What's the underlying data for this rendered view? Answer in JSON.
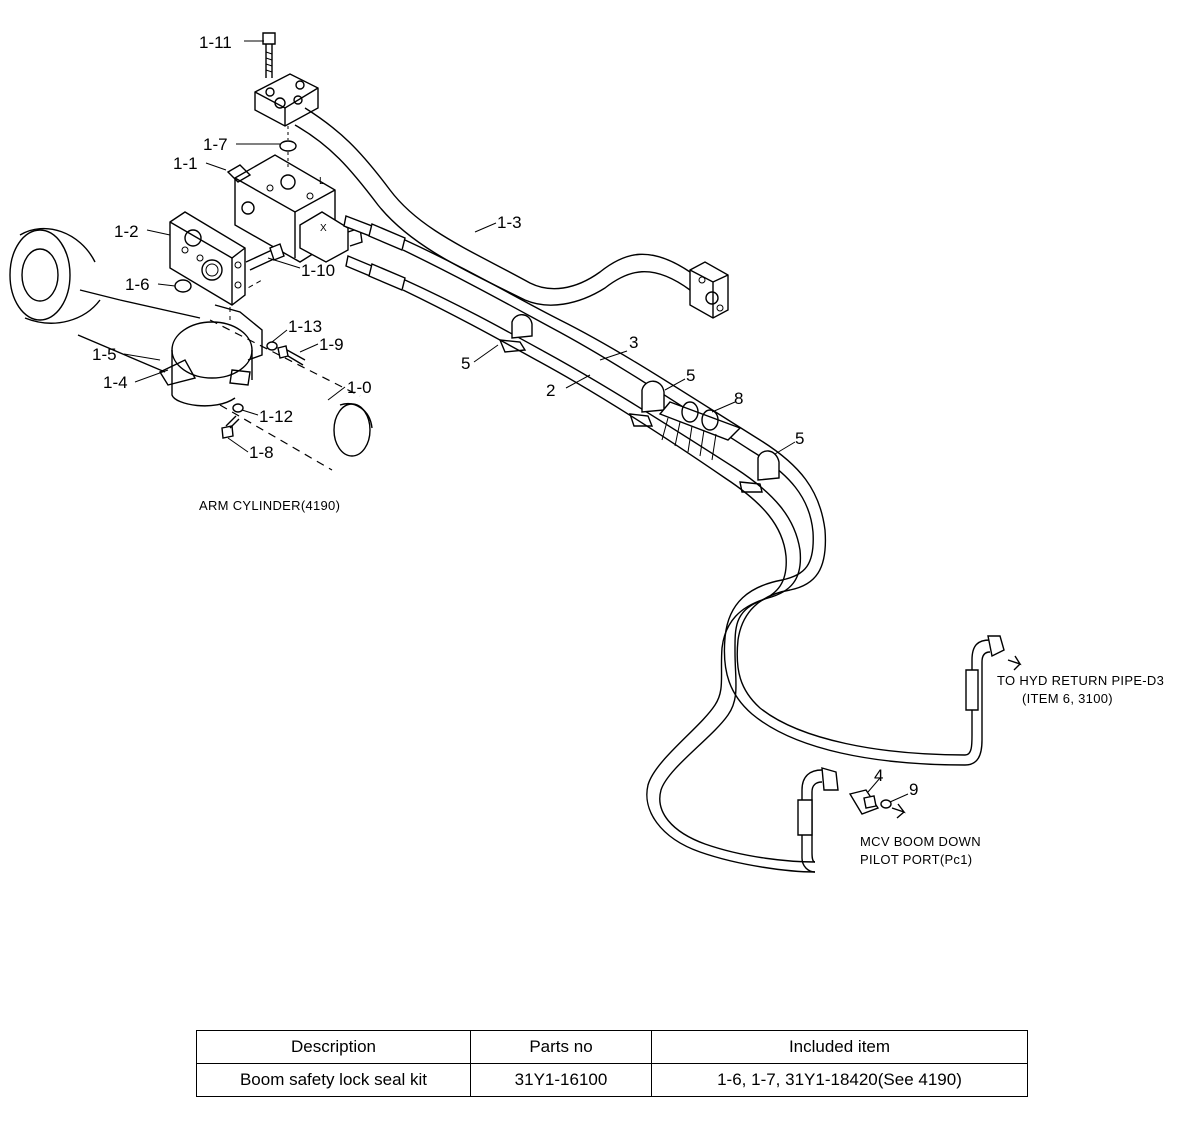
{
  "callouts": {
    "c1_11": "1-11",
    "c1_7": "1-7",
    "c1_1": "1-1",
    "c1_2": "1-2",
    "c1_6": "1-6",
    "c1_10": "1-10",
    "c1_3": "1-3",
    "c1_13": "1-13",
    "c1_9": "1-9",
    "c1_5": "1-5",
    "c1_4": "1-4",
    "c1_0": "1-0",
    "c1_12": "1-12",
    "c1_8": "1-8",
    "c5a": "5",
    "c3": "3",
    "c2": "2",
    "c5b": "5",
    "c8": "8",
    "c5c": "5",
    "c4": "4",
    "c9": "9"
  },
  "port_marks": {
    "l": "L",
    "x": "X"
  },
  "notes": {
    "arm_cylinder": "ARM CYLINDER(4190)",
    "return_line1": "TO HYD RETURN PIPE-D3",
    "return_line2": "(ITEM 6, 3100)",
    "mcv_line1": "MCV BOOM DOWN",
    "mcv_line2": "PILOT PORT(Pc1)"
  },
  "table": {
    "headers": [
      "Description",
      "Parts no",
      "Included item"
    ],
    "rows": [
      [
        "Boom safety lock seal kit",
        "31Y1-16100",
        "1-6, 1-7, 31Y1-18420(See 4190)"
      ]
    ]
  }
}
